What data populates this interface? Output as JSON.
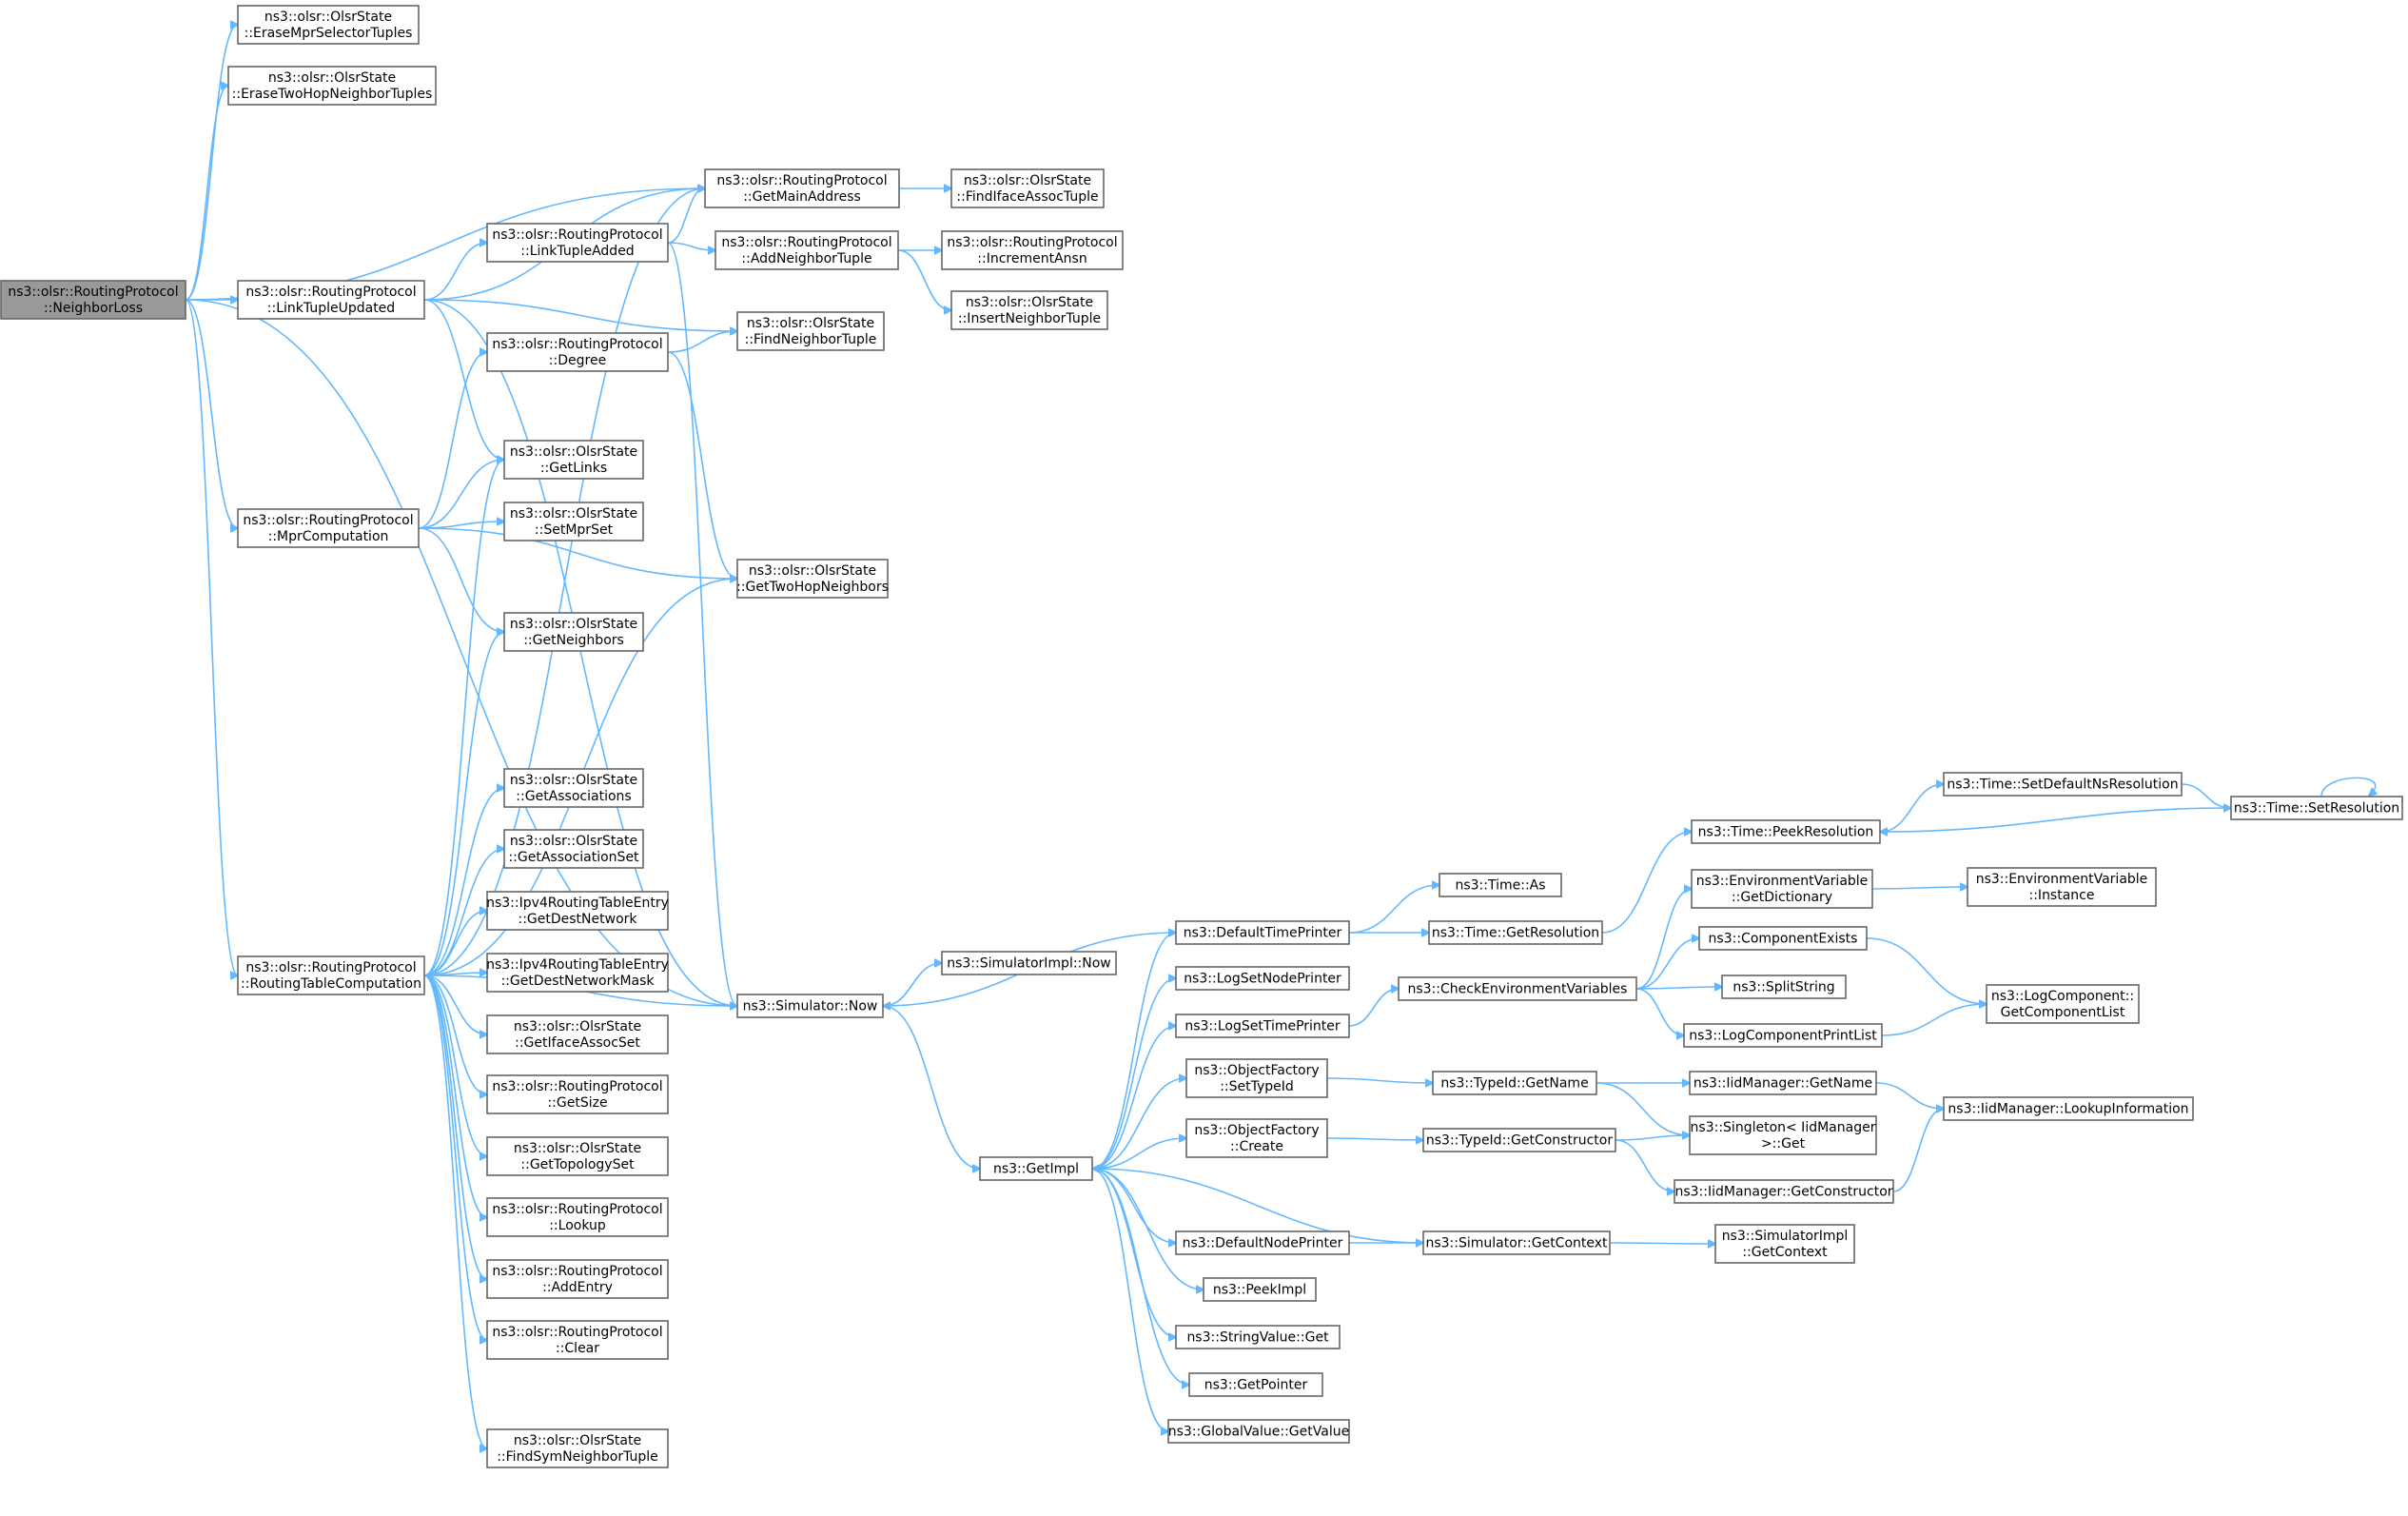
{
  "graph": {
    "type": "call-graph",
    "colors": {
      "edge": "#63b8ff",
      "node_border": "#666666",
      "root_fill": "#999999",
      "node_fill": "#ffffff"
    },
    "nodes": [
      {
        "id": "root",
        "lines": [
          "ns3::olsr::RoutingProtocol",
          "::NeighborLoss"
        ],
        "root": true
      },
      {
        "id": "eraseMpr",
        "lines": [
          "ns3::olsr::OlsrState",
          "::EraseMprSelectorTuples"
        ]
      },
      {
        "id": "eraseTwoHop",
        "lines": [
          "ns3::olsr::OlsrState",
          "::EraseTwoHopNeighborTuples"
        ]
      },
      {
        "id": "linkUpdated",
        "lines": [
          "ns3::olsr::RoutingProtocol",
          "::LinkTupleUpdated"
        ]
      },
      {
        "id": "mprComp",
        "lines": [
          "ns3::olsr::RoutingProtocol",
          "::MprComputation"
        ]
      },
      {
        "id": "rtComp",
        "lines": [
          "ns3::olsr::RoutingProtocol",
          "::RoutingTableComputation"
        ]
      },
      {
        "id": "linkAdded",
        "lines": [
          "ns3::olsr::RoutingProtocol",
          "::LinkTupleAdded"
        ]
      },
      {
        "id": "degree",
        "lines": [
          "ns3::olsr::RoutingProtocol",
          "::Degree"
        ]
      },
      {
        "id": "getLinks",
        "lines": [
          "ns3::olsr::OlsrState",
          "::GetLinks"
        ]
      },
      {
        "id": "setMpr",
        "lines": [
          "ns3::olsr::OlsrState",
          "::SetMprSet"
        ]
      },
      {
        "id": "getNeighbors",
        "lines": [
          "ns3::olsr::OlsrState",
          "::GetNeighbors"
        ]
      },
      {
        "id": "getAssoc",
        "lines": [
          "ns3::olsr::OlsrState",
          "::GetAssociations"
        ]
      },
      {
        "id": "getAssocSet",
        "lines": [
          "ns3::olsr::OlsrState",
          "::GetAssociationSet"
        ]
      },
      {
        "id": "destNet",
        "lines": [
          "ns3::Ipv4RoutingTableEntry",
          "::GetDestNetwork"
        ]
      },
      {
        "id": "destMask",
        "lines": [
          "ns3::Ipv4RoutingTableEntry",
          "::GetDestNetworkMask"
        ]
      },
      {
        "id": "ifaceSet",
        "lines": [
          "ns3::olsr::OlsrState",
          "::GetIfaceAssocSet"
        ]
      },
      {
        "id": "getSize",
        "lines": [
          "ns3::olsr::RoutingProtocol",
          "::GetSize"
        ]
      },
      {
        "id": "topoSet",
        "lines": [
          "ns3::olsr::OlsrState",
          "::GetTopologySet"
        ]
      },
      {
        "id": "lookup",
        "lines": [
          "ns3::olsr::RoutingProtocol",
          "::Lookup"
        ]
      },
      {
        "id": "addEntry",
        "lines": [
          "ns3::olsr::RoutingProtocol",
          "::AddEntry"
        ]
      },
      {
        "id": "clear",
        "lines": [
          "ns3::olsr::RoutingProtocol",
          "::Clear"
        ]
      },
      {
        "id": "findSym",
        "lines": [
          "ns3::olsr::OlsrState",
          "::FindSymNeighborTuple"
        ]
      },
      {
        "id": "mainAddr",
        "lines": [
          "ns3::olsr::RoutingProtocol",
          "::GetMainAddress"
        ]
      },
      {
        "id": "addNeighbor",
        "lines": [
          "ns3::olsr::RoutingProtocol",
          "::AddNeighborTuple"
        ]
      },
      {
        "id": "findNeighbor",
        "lines": [
          "ns3::olsr::OlsrState",
          "::FindNeighborTuple"
        ]
      },
      {
        "id": "twoHop",
        "lines": [
          "ns3::olsr::OlsrState",
          "::GetTwoHopNeighbors"
        ]
      },
      {
        "id": "simNow",
        "lines": [
          "ns3::Simulator::Now"
        ]
      },
      {
        "id": "findIface",
        "lines": [
          "ns3::olsr::OlsrState",
          "::FindIfaceAssocTuple"
        ]
      },
      {
        "id": "incAnsn",
        "lines": [
          "ns3::olsr::RoutingProtocol",
          "::IncrementAnsn"
        ]
      },
      {
        "id": "insertNeighbor",
        "lines": [
          "ns3::olsr::OlsrState",
          "::InsertNeighborTuple"
        ]
      },
      {
        "id": "implNow",
        "lines": [
          "ns3::SimulatorImpl::Now"
        ]
      },
      {
        "id": "getImpl",
        "lines": [
          "ns3::GetImpl"
        ]
      },
      {
        "id": "defTimePrinter",
        "lines": [
          "ns3::DefaultTimePrinter"
        ]
      },
      {
        "id": "logSetNode",
        "lines": [
          "ns3::LogSetNodePrinter"
        ]
      },
      {
        "id": "logSetTime",
        "lines": [
          "ns3::LogSetTimePrinter"
        ]
      },
      {
        "id": "ofSetType",
        "lines": [
          "ns3::ObjectFactory",
          "::SetTypeId"
        ]
      },
      {
        "id": "ofCreate",
        "lines": [
          "ns3::ObjectFactory",
          "::Create"
        ]
      },
      {
        "id": "defNodePrinter",
        "lines": [
          "ns3::DefaultNodePrinter"
        ]
      },
      {
        "id": "peekImpl",
        "lines": [
          "ns3::PeekImpl"
        ]
      },
      {
        "id": "strGet",
        "lines": [
          "ns3::StringValue::Get"
        ]
      },
      {
        "id": "getPointer",
        "lines": [
          "ns3::GetPointer"
        ]
      },
      {
        "id": "gvGet",
        "lines": [
          "ns3::GlobalValue::GetValue"
        ]
      },
      {
        "id": "timeAs",
        "lines": [
          "ns3::Time::As"
        ]
      },
      {
        "id": "timeGetRes",
        "lines": [
          "ns3::Time::GetResolution"
        ]
      },
      {
        "id": "checkEnv",
        "lines": [
          "ns3::CheckEnvironmentVariables"
        ]
      },
      {
        "id": "tidGetName",
        "lines": [
          "ns3::TypeId::GetName"
        ]
      },
      {
        "id": "tidGetCtor",
        "lines": [
          "ns3::TypeId::GetConstructor"
        ]
      },
      {
        "id": "simGetCtx",
        "lines": [
          "ns3::Simulator::GetContext"
        ]
      },
      {
        "id": "peekRes",
        "lines": [
          "ns3::Time::PeekResolution"
        ]
      },
      {
        "id": "envDict",
        "lines": [
          "ns3::EnvironmentVariable",
          "::GetDictionary"
        ]
      },
      {
        "id": "compExists",
        "lines": [
          "ns3::ComponentExists"
        ]
      },
      {
        "id": "splitStr",
        "lines": [
          "ns3::SplitString"
        ]
      },
      {
        "id": "logPrintList",
        "lines": [
          "ns3::LogComponentPrintList"
        ]
      },
      {
        "id": "iidGetName",
        "lines": [
          "ns3::IidManager::GetName"
        ]
      },
      {
        "id": "singletonGet",
        "lines": [
          "ns3::Singleton< IidManager",
          " >::Get"
        ]
      },
      {
        "id": "iidGetCtor",
        "lines": [
          "ns3::IidManager::GetConstructor"
        ]
      },
      {
        "id": "implGetCtx",
        "lines": [
          "ns3::SimulatorImpl",
          "::GetContext"
        ]
      },
      {
        "id": "setDefNs",
        "lines": [
          "ns3::Time::SetDefaultNsResolution"
        ]
      },
      {
        "id": "setRes",
        "lines": [
          "ns3::Time::SetResolution"
        ]
      },
      {
        "id": "envInst",
        "lines": [
          "ns3::EnvironmentVariable",
          "::Instance"
        ]
      },
      {
        "id": "logCompList",
        "lines": [
          "ns3::LogComponent::",
          "GetComponentList"
        ]
      },
      {
        "id": "iidLookup",
        "lines": [
          "ns3::IidManager::LookupInformation"
        ]
      }
    ]
  }
}
